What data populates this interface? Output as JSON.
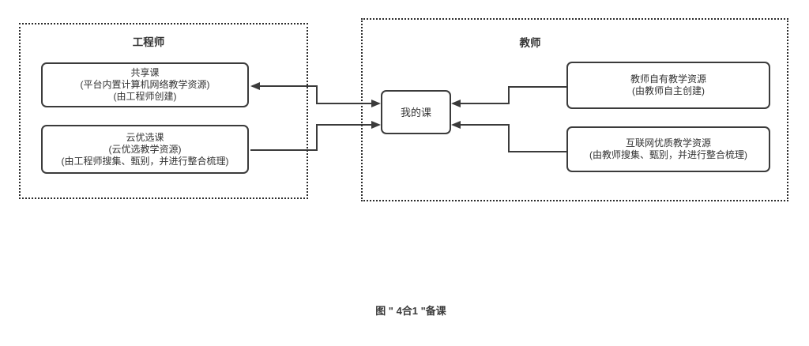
{
  "diagram": {
    "groups": {
      "engineer": {
        "title": "工程师"
      },
      "teacher": {
        "title": "教师"
      }
    },
    "nodes": {
      "shared_course": {
        "line1": "共享课",
        "line2": "(平台内置计算机网络教学资源)",
        "line3": "(由工程师创建)"
      },
      "cloud_course": {
        "line1": "云优选课",
        "line2": "(云优选教学资源)",
        "line3": "(由工程师搜集、甄别，并进行整合梳理)"
      },
      "my_course": {
        "line1": "我的课"
      },
      "teacher_own_resource": {
        "line1": "教师自有教学资源",
        "line2": "(由教师自主创建)"
      },
      "internet_quality_resource": {
        "line1": "互联网优质教学资源",
        "line2": "(由教师搜集、甄别，并进行整合梳理)"
      }
    },
    "edges": {
      "shared_mycourse": "共享课 ↔ 我的课",
      "cloud_mycourse": "云优选课 → 我的课",
      "teacherown_mycourse": "教师自有教学资源 → 我的课",
      "internet_mycourse": "互联网优质教学资源 → 我的课"
    },
    "caption": "图 \" 4合1 \"备课",
    "colors": {
      "line": "#3b3b3b",
      "box_border": "#3b3b3b",
      "dashed_border": "#2b2b2b",
      "text": "#333333",
      "background": "#ffffff"
    }
  }
}
